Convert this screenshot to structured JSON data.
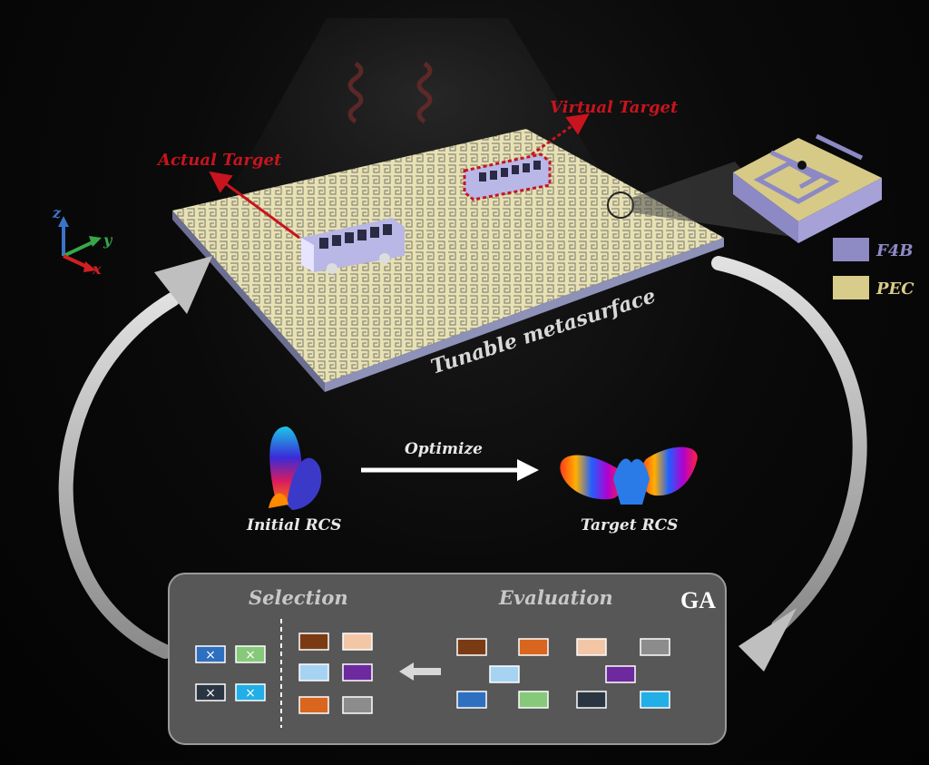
{
  "labels": {
    "actual_target": "Actual  Target",
    "virtual_target": "Virtual  Target",
    "tunable_metasurface": "Tunable metasurface",
    "initial_rcs": "Initial RCS",
    "optimize": "Optimize",
    "target_rcs": "Target RCS",
    "selection": "Selection",
    "evaluation": "Evaluation",
    "ga": "GA"
  },
  "axes": {
    "z": "z",
    "y": "y",
    "x": "x"
  },
  "legend": [
    {
      "label": "F4B",
      "color": "#8e8ac4"
    },
    {
      "label": "PEC",
      "color": "#d8cc8a"
    }
  ],
  "colors": {
    "metasurface": "#e6e0b0",
    "substrate": "#7f83a8",
    "bus": "#b9b7e6",
    "label_red": "#c8141e",
    "ga_panel": "#5a5a5a"
  },
  "ga_selection_pairs": [
    {
      "color": "#2f6fbf",
      "mark": "×"
    },
    {
      "color": "#86c97a",
      "mark": "×"
    },
    {
      "color": "#2a3542",
      "mark": "×"
    },
    {
      "color": "#22aee6",
      "mark": "×"
    }
  ],
  "ga_selection_blocks": [
    "#7a3b14",
    "#f3c6a6",
    "#a7d3f3",
    "#6d2a9e",
    "#d8661e",
    "#8c8c8c"
  ],
  "ga_evaluation_blocks": [
    "#7a3b14",
    "#d8661e",
    "#f3c6a6",
    "#8c8c8c",
    "#a7d3f3",
    "#6d2a9e",
    "#2f6fbf",
    "#86c97a",
    "#2a3542",
    "#22aee6"
  ]
}
